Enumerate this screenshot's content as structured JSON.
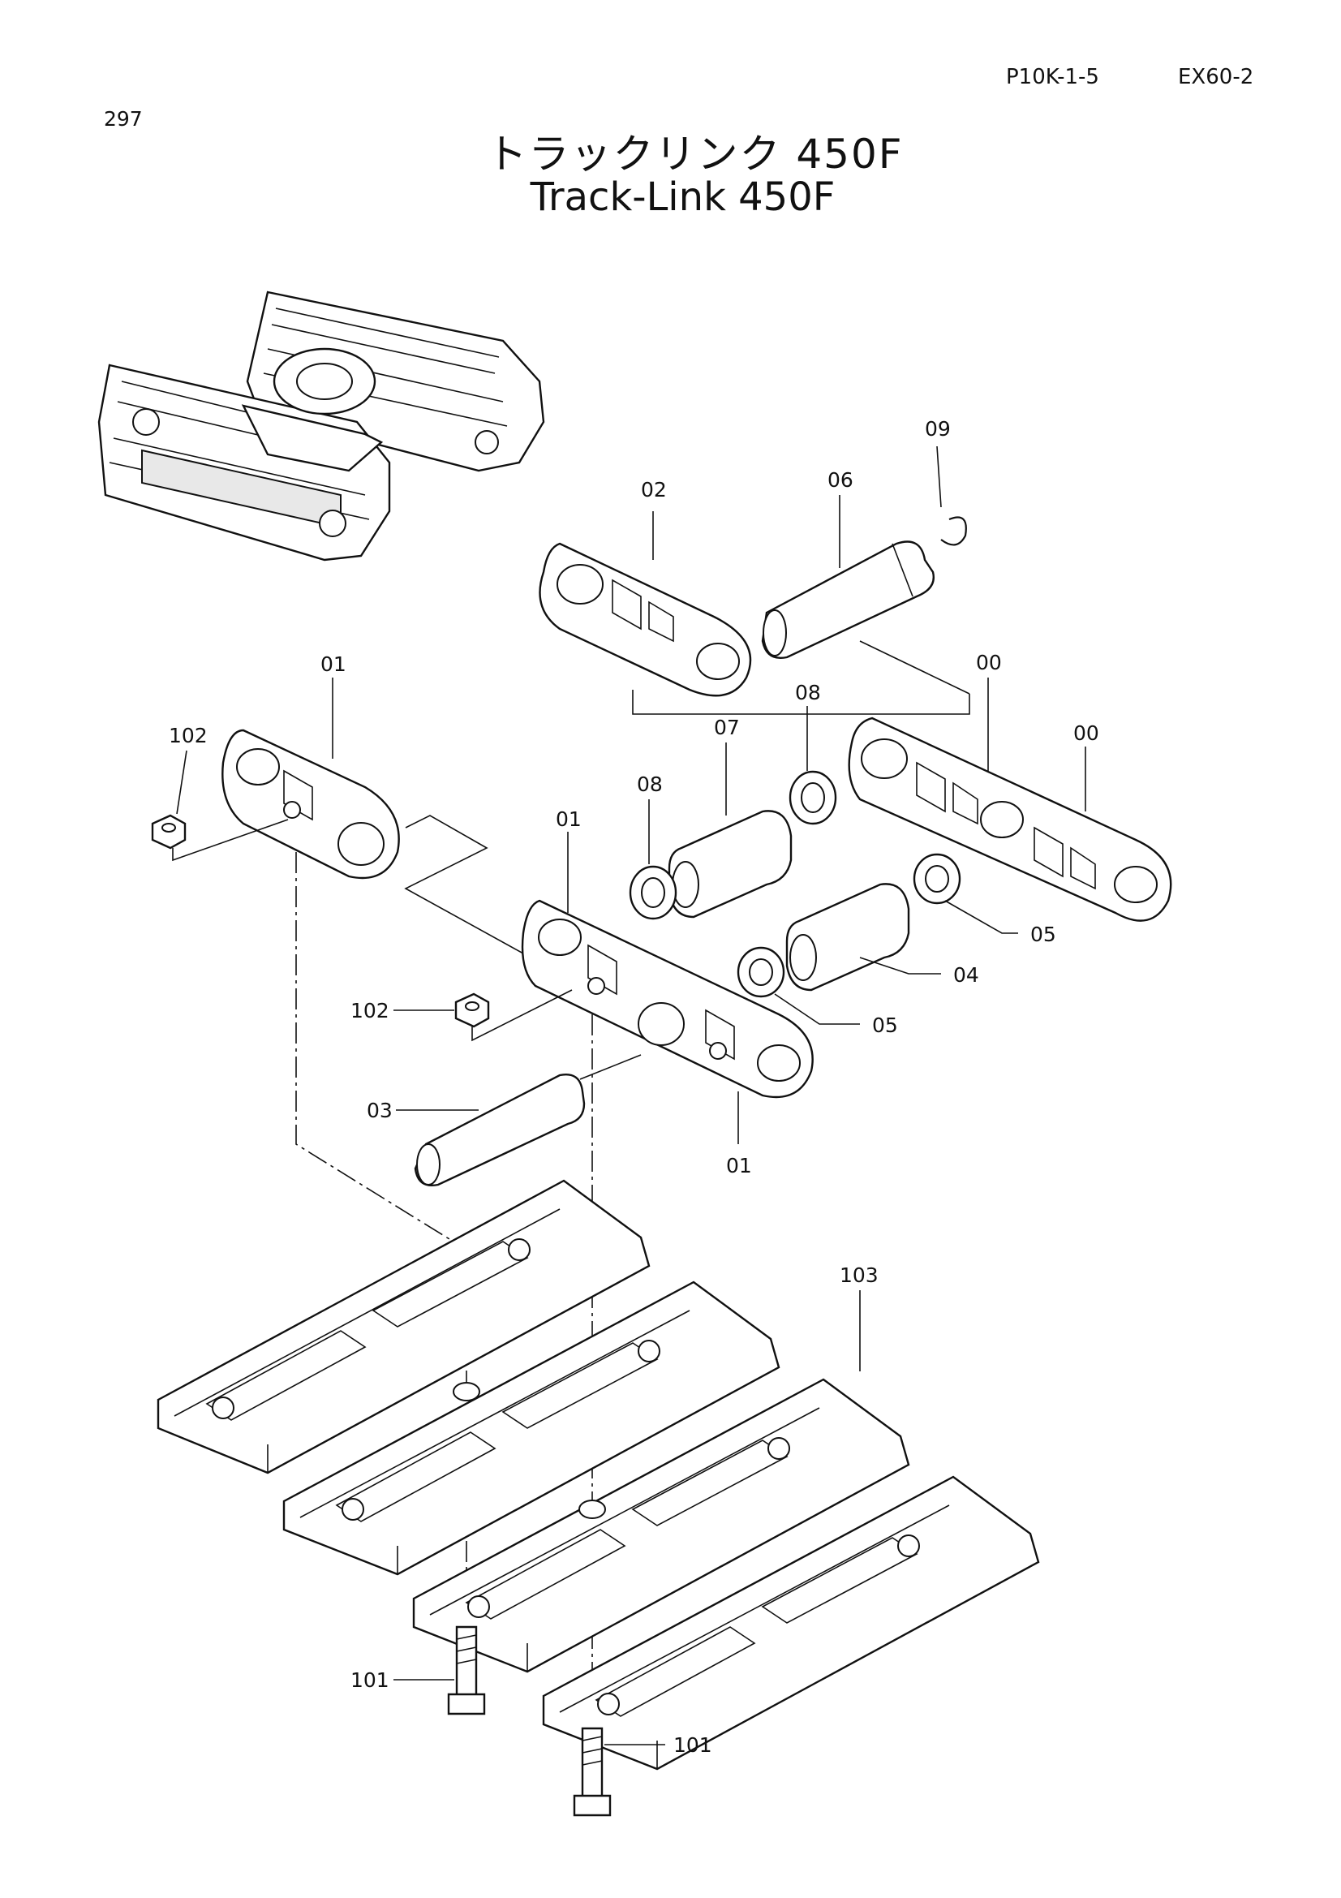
{
  "header": {
    "page_number": "297",
    "doc_code": "P10K-1-5",
    "model": "EX60-2"
  },
  "title": {
    "japanese": "トラックリンク 450F",
    "english": "Track-Link 450F"
  },
  "callouts": {
    "c00a": "00",
    "c00b": "00",
    "c01a": "01",
    "c01b": "01",
    "c01c": "01",
    "c02": "02",
    "c03": "03",
    "c04": "04",
    "c05a": "05",
    "c05b": "05",
    "c06": "06",
    "c07": "07",
    "c08a": "08",
    "c08b": "08",
    "c09": "09",
    "c101a": "101",
    "c101b": "101",
    "c102a": "102",
    "c102b": "102",
    "c103": "103"
  }
}
